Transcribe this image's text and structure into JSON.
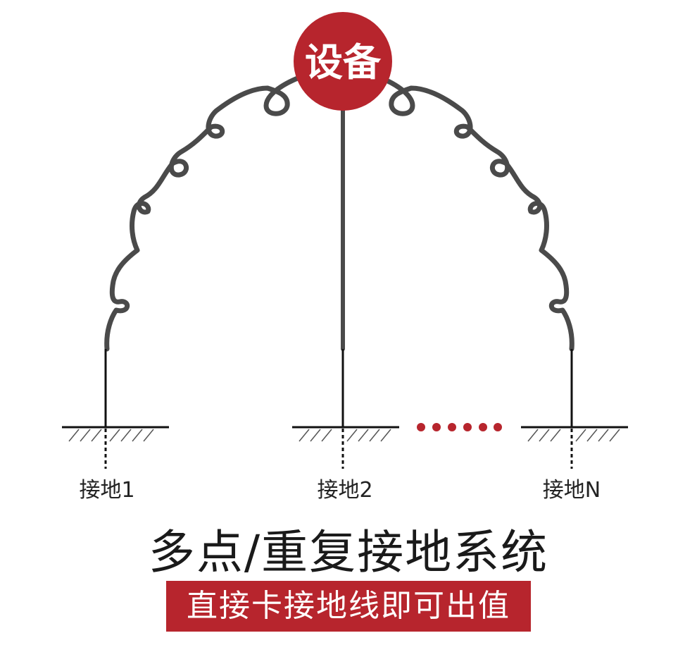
{
  "device": {
    "label": "设备"
  },
  "grounds": [
    {
      "label": "接地1"
    },
    {
      "label": "接地2"
    },
    {
      "label": "接地N"
    }
  ],
  "title": "多点/重复接地系统",
  "subtitle": "直接卡接地线即可出值",
  "colors": {
    "accent": "#b7252d",
    "wire": "#4a4a4a",
    "line": "#111111",
    "text": "#1a1a1a"
  }
}
